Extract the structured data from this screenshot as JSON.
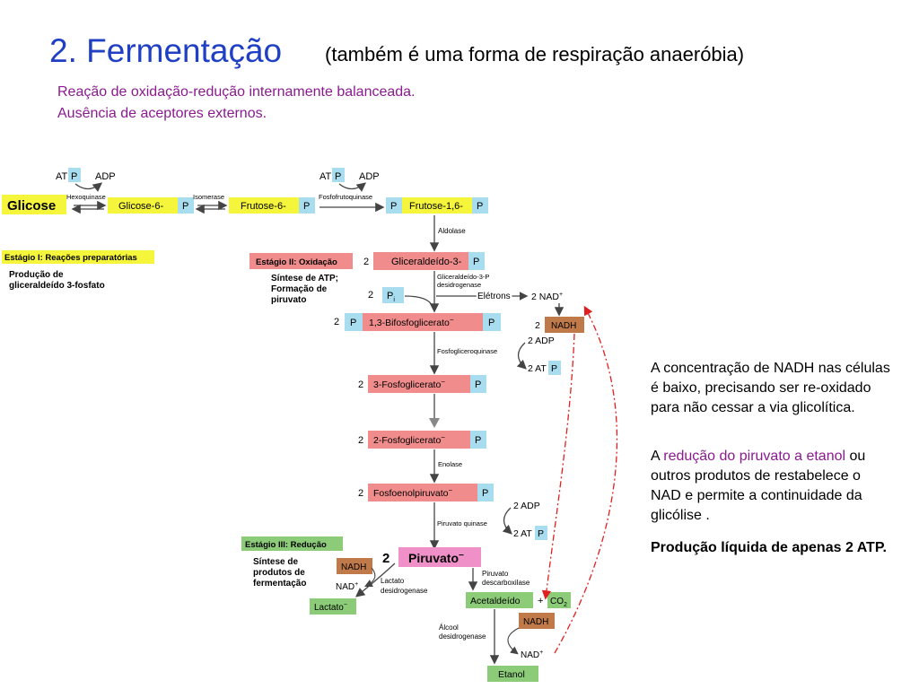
{
  "title": {
    "main": "2. Fermentação",
    "sub": "(também é uma forma de respiração anaeróbia)"
  },
  "subtitle_lines": [
    "Reação de oxidação-redução internamente balanceada.",
    "Ausência de aceptores externos."
  ],
  "side_text": {
    "p1": "A concentração de NADH nas células é baixo, precisando ser re-oxidado para não cessar a via glicolítica.",
    "p2_prefix": "A ",
    "p2_highlight": "redução do piruvato a etanol",
    "p2_suffix": " ou outros produtos de restabelece o NAD e permite a continuidade da glicólise .",
    "p3": "Produção líquida de apenas 2 ATP."
  },
  "diagram": {
    "glicose": "Glicose",
    "glicose6": "Glicose-6-",
    "frutose6": "Frutose-6-",
    "frutose16": "Frutose-1,6-",
    "p": "P",
    "at": "AT",
    "adp": "ADP",
    "hexoquinase": "Hexoquinase",
    "isomerase": "Isomerase",
    "fosfofrutoquinase": "Fosfofrutoquinase",
    "aldolase": "Aldolase",
    "stage1_label": "Estágio I: Reações preparatórias",
    "stage1_desc1": "Produção de",
    "stage1_desc2": "gliceraldeído 3-fosfato",
    "stage2_label": "Estágio II: Oxidação",
    "stage2_desc1": "Síntese de ATP;",
    "stage2_desc2": "Formação de",
    "stage2_desc3": "piruvato",
    "two": "2",
    "gliceraldeido3": "Gliceraldeído-3-",
    "g3pdh1": "Gliceraldeído-3-P",
    "g3pdh2": "desidrogenase",
    "pi": "P",
    "pi_sub": "i",
    "eletrons": "Elétrons",
    "two_nad": "2 NAD",
    "plus": "+",
    "nadh": "NADH",
    "bifosfoglicerato": "1,3-Bifosfoglicerato",
    "minus": "−",
    "fosfoglicerquinase": "Fosfogliceroquinase",
    "two_adp": "2 ADP",
    "two_at": "2 AT",
    "fosfoglicerato3": "3-Fosfoglicerato",
    "fosfoglicerato2": "2-Fosfoglicerato",
    "enolase": "Enolase",
    "fosfoenolpiruvato": "Fosfoenolpiruvato",
    "piruvato_quinase": "Piruvato quinase",
    "stage3_label": "Estágio III: Redução",
    "stage3_desc1": "Síntese de",
    "stage3_desc2": "produtos de",
    "stage3_desc3": "fermentação",
    "piruvato": "Piruvato",
    "nad": "NAD",
    "lactato_dh1": "Lactato",
    "lactato_dh2": "desidrogenase",
    "lactato": "Lactato",
    "piruvato_dc1": "Piruvato",
    "piruvato_dc2": "descarboxilase",
    "acetaldeido": "Acetaldeído",
    "co2": "CO",
    "co2_sub": "2",
    "alcool_dh1": "Álcool",
    "alcool_dh2": "desidrogenase",
    "etanol": "Etanol"
  },
  "colors": {
    "title_blue": "#1f3fc4",
    "purple_text": "#8a1a8f",
    "yellow_box": "#f5f53c",
    "blue_p": "#a8dcef",
    "red_box": "#f08c8c",
    "brown_nadh": "#c07a4a",
    "green_box": "#8ccc78",
    "pink_piruvato": "#f090c8",
    "red_dash": "#e02020"
  }
}
